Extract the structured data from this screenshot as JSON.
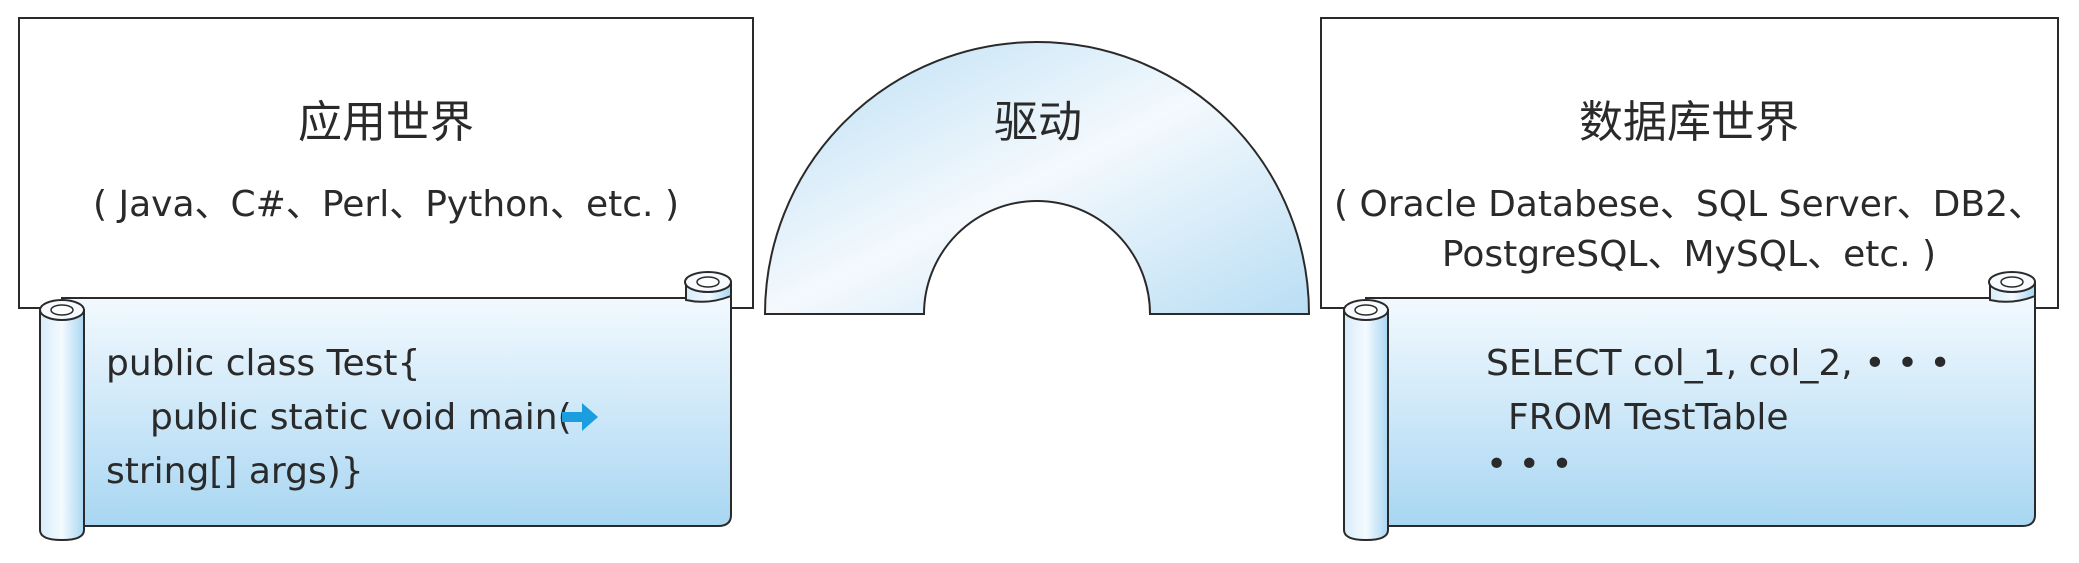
{
  "app_panel": {
    "title": "应用世界",
    "subtitle": "( Java、C#、Perl、Python、etc. )"
  },
  "app_scroll": {
    "line1": "public class Test{",
    "line2": "public static void main(",
    "line3": "string[] args)}",
    "arrow_icon": "right-arrow-icon"
  },
  "driver": {
    "label": "驱动"
  },
  "db_panel": {
    "title": "数据库世界",
    "subtitle_line1": "( Oracle Databese、SQL Server、DB2、",
    "subtitle_line2": "PostgreSQL、MySQL、etc. )"
  },
  "db_scroll": {
    "line1": "SELECT col_1, col_2, • • •",
    "line2": "FROM TestTable",
    "line3": "• • •"
  },
  "colors": {
    "scroll_top": "#f6fbff",
    "scroll_bottom": "#a8d6f2",
    "arch_light": "#f4f9fd",
    "arch_dark": "#b9def4",
    "arrow": "#1a9ee0",
    "stroke": "#2a2a2a"
  }
}
